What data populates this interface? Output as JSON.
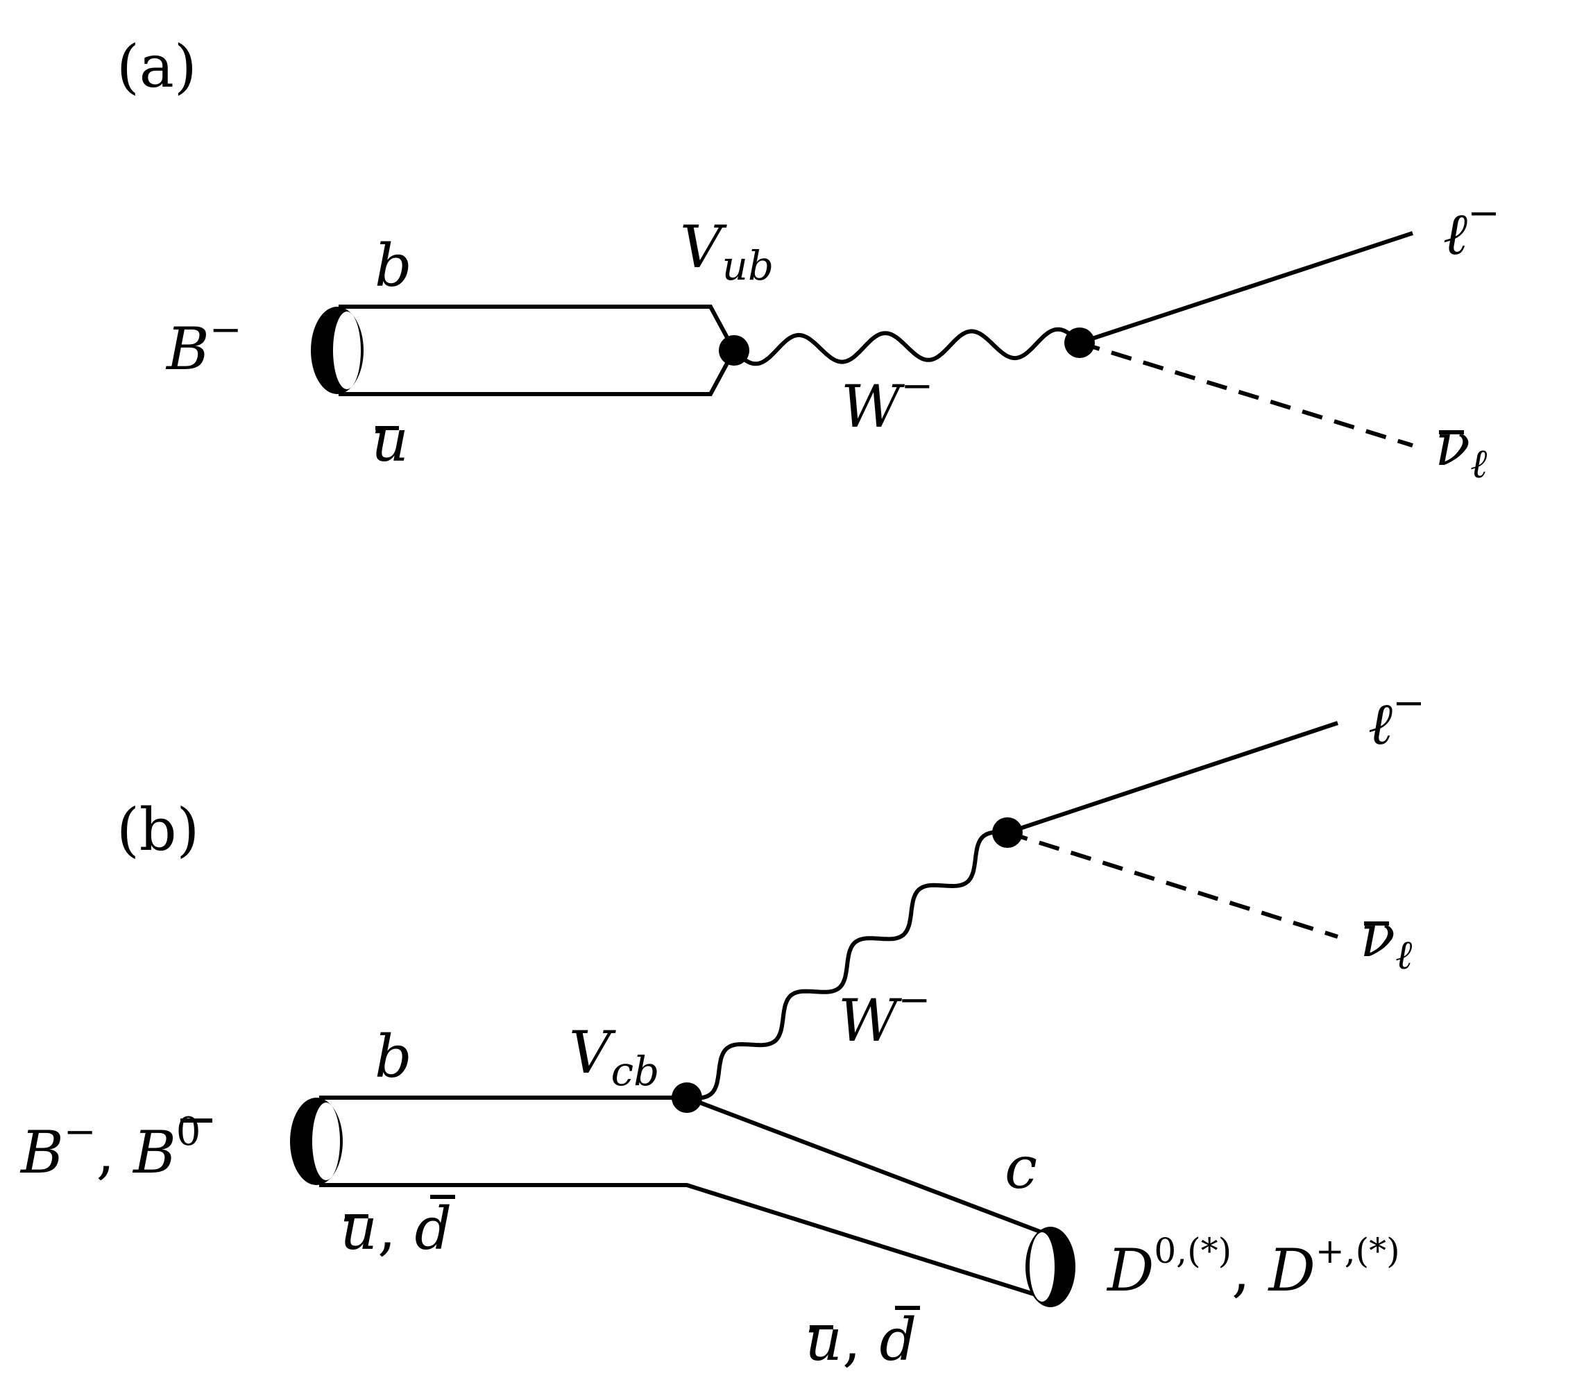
{
  "panels": {
    "a": {
      "tag": "(a)",
      "meson": {
        "base": "B",
        "sup": "−"
      },
      "quark_top": "b",
      "quark_bottom": {
        "base": "u",
        "bar": true
      },
      "coupling": {
        "base": "V",
        "sub": "ub"
      },
      "boson": {
        "base": "W",
        "sup": "−"
      },
      "lepton": {
        "base": "ℓ",
        "sup": "−"
      },
      "neutrino": {
        "base": "ν",
        "bar": true,
        "sub": "ℓ"
      }
    },
    "b": {
      "tag": "(b)",
      "meson_initial": {
        "text": "B",
        "sup": "−",
        "sep": ", ",
        "text2": "B",
        "bar2": true,
        "sup2": "0"
      },
      "quark_top": "b",
      "quark_bottom": {
        "text": "u",
        "sep": ", ",
        "text2": "d",
        "bar": true
      },
      "coupling": {
        "base": "V",
        "sub": "cb"
      },
      "boson": {
        "base": "W",
        "sup": "−"
      },
      "lepton": {
        "base": "ℓ",
        "sup": "−"
      },
      "neutrino": {
        "base": "ν",
        "bar": true,
        "sub": "ℓ"
      },
      "quark_out": "c",
      "quark_spectator": {
        "text": "u",
        "sep": ", ",
        "text2": "d",
        "bar": true
      },
      "meson_final": {
        "text": "D",
        "sup": "0,(*)",
        "sep": ", ",
        "text2": "D",
        "sup2": "+,(*)"
      }
    }
  },
  "colors": {
    "ink": "#000000",
    "background": "#ffffff"
  }
}
